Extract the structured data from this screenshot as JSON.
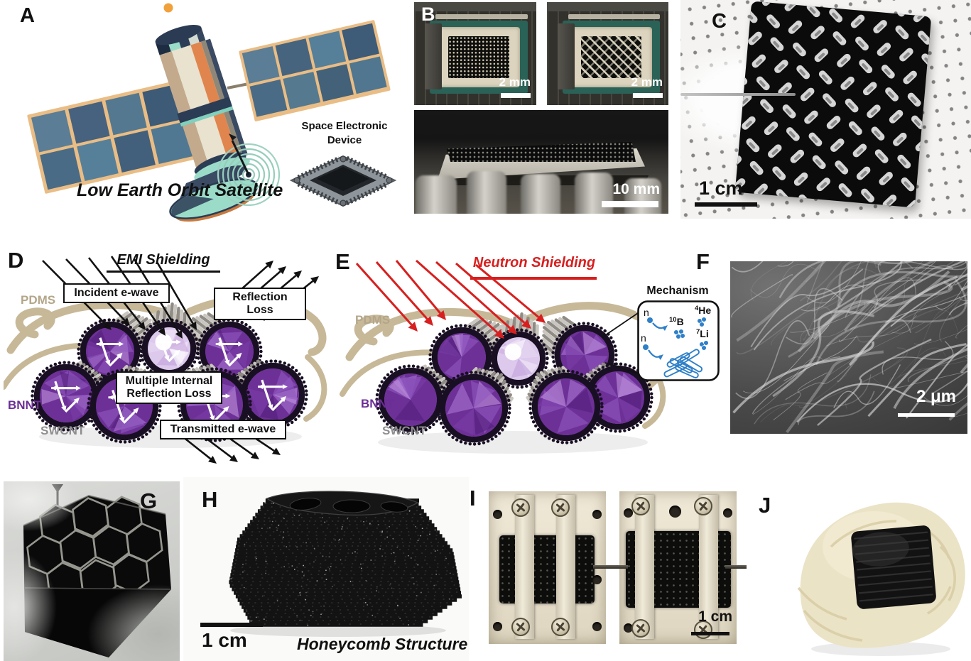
{
  "panels": {
    "a": {
      "label": "A",
      "device_label_line1": "Space Electronic",
      "device_label_line2": "Device",
      "caption": "Low Earth Orbit Satellite"
    },
    "b": {
      "label": "B",
      "scale_left": "2 mm",
      "scale_right": "2 mm",
      "scale_side": "10 mm"
    },
    "c": {
      "label": "C",
      "scale": "1 cm"
    },
    "d": {
      "label": "D",
      "title": "EMI Shielding",
      "incident_label": "Incident e-wave",
      "reflection_label": "Reflection Loss",
      "internal_label": "Multiple Internal Reflection Loss",
      "transmitted_label": "Transmitted e-wave",
      "pdms": "PDMS",
      "bnnt": "BNNT",
      "swcnt": "SWCNT"
    },
    "e": {
      "label": "E",
      "title": "Neutron Shielding",
      "pdms": "PDMS",
      "bnnt": "BNNT",
      "swcnt": "SWCNT",
      "mechanism": {
        "title": "Mechanism",
        "neutron1": "n",
        "neutron2": "n",
        "boron_sup": "10",
        "boron": "B",
        "helium_sup": "4",
        "helium": "He",
        "lithium_sup": "7",
        "lithium": "Li"
      }
    },
    "f": {
      "label": "F",
      "scale": "2 μm"
    },
    "g": {
      "label": "G"
    },
    "h": {
      "label": "H",
      "scale": "1 cm",
      "caption": "Honeycomb Structure"
    },
    "i": {
      "label": "I",
      "scale": "1 cm"
    },
    "j": {
      "label": "J"
    }
  },
  "colors": {
    "neutron_red": "#d81f1f",
    "emi_black": "#111111",
    "bnnt_purple": "#6b2e96",
    "pdms_tan": "#b3a689",
    "swcnt_gray": "#8e8e8e",
    "mechanism_blue": "#2f80c8",
    "pcb_teal": "#2a6257",
    "tube_purple": "#6d3097",
    "ribbon_tan": "#c7b898"
  }
}
